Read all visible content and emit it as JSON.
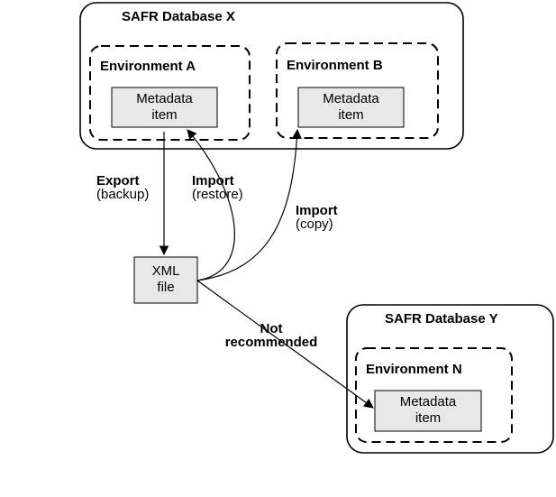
{
  "databases": {
    "x": {
      "title": "SAFR Database X"
    },
    "y": {
      "title": "SAFR Database Y"
    }
  },
  "environments": {
    "a": {
      "title": "Environment A",
      "item": [
        "Metadata",
        "item"
      ]
    },
    "b": {
      "title": "Environment B",
      "item": [
        "Metadata",
        "item"
      ]
    },
    "n": {
      "title": "Environment N",
      "item": [
        "Metadata",
        "item"
      ]
    }
  },
  "xml_file": {
    "lines": [
      "XML",
      "file"
    ]
  },
  "edges": {
    "export": {
      "label": "Export",
      "sub": "(backup)"
    },
    "import_restore": {
      "label": "Import",
      "sub": "(restore)"
    },
    "import_copy": {
      "label": "Import",
      "sub": "(copy)"
    },
    "not_recommended": {
      "lines": [
        "Not",
        "recommended"
      ]
    }
  },
  "colors": {
    "box_fill": "#e8e8e8",
    "stroke": "#000000"
  }
}
